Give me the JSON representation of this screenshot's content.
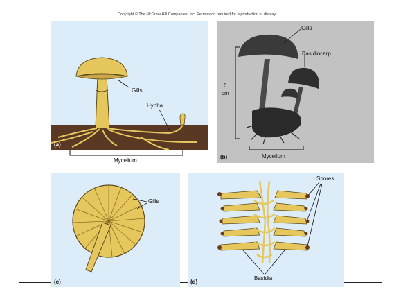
{
  "copyright": "Copyright © The McGraw-Hill Companies, Inc. Permission required for reproduction or display.",
  "panels": {
    "a": {
      "tag": "(a)",
      "gills": "Gills",
      "hypha": "Hypha",
      "mycelium": "Mycelium"
    },
    "b": {
      "tag": "(b)",
      "gills": "Gills",
      "basidiocarp": "Basidiocarp",
      "scale_value": "6",
      "scale_unit": "cm",
      "mycelium": "Mycelium"
    },
    "c": {
      "tag": "(c)",
      "gills": "Gills"
    },
    "d": {
      "tag": "(d)",
      "spores": "Spores",
      "basidia": "Basidia"
    }
  },
  "colors": {
    "fungus": "#e5c75e",
    "outline": "#5a4a1a",
    "soil": "#5a3924",
    "panel_bg": "#dcecf8",
    "spore": "#6b3a1e"
  }
}
